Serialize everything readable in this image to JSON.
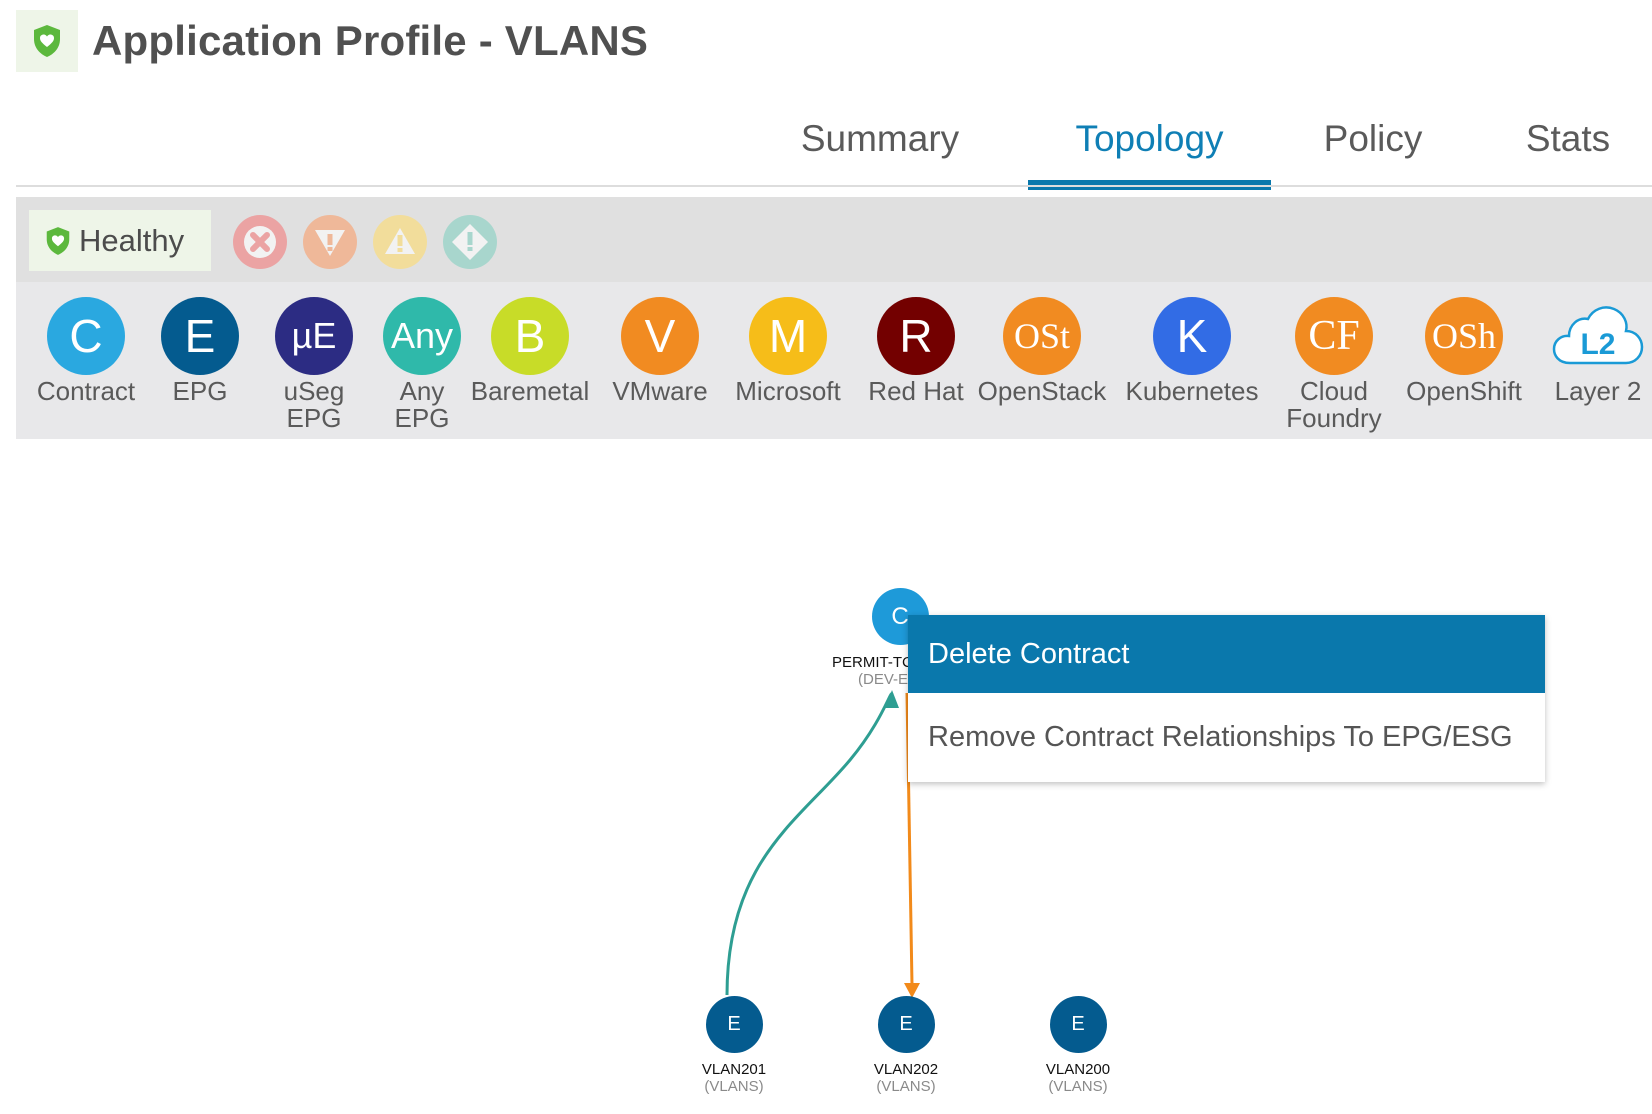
{
  "header": {
    "title": "Application Profile - VLANS",
    "icon": "health-shield-icon"
  },
  "tabs": [
    {
      "label": "Summary",
      "active": false
    },
    {
      "label": "Topology",
      "active": true
    },
    {
      "label": "Policy",
      "active": false
    },
    {
      "label": "Stats",
      "active": false
    }
  ],
  "health": {
    "label": "Healthy",
    "filters": [
      {
        "name": "critical",
        "icon": "critical-x-icon",
        "color": "#eba3a3"
      },
      {
        "name": "major",
        "icon": "major-triangle-icon",
        "color": "#efb899"
      },
      {
        "name": "minor",
        "icon": "minor-warning-icon",
        "color": "#f2dd9b"
      },
      {
        "name": "warning",
        "icon": "warning-diamond-icon",
        "color": "#a8d6cd"
      }
    ]
  },
  "legend": [
    {
      "glyph": "C",
      "label": "Contract",
      "label2": "",
      "color": "#2aa8e0"
    },
    {
      "glyph": "E",
      "label": "EPG",
      "label2": "",
      "color": "#045b8f"
    },
    {
      "glyph": "µE",
      "label": "uSeg",
      "label2": "EPG",
      "color": "#2c2c83"
    },
    {
      "glyph": "Any",
      "label": "Any",
      "label2": "EPG",
      "color": "#2fb9aa"
    },
    {
      "glyph": "B",
      "label": "Baremetal",
      "label2": "",
      "color": "#c8dc28"
    },
    {
      "glyph": "V",
      "label": "VMware",
      "label2": "",
      "color": "#f18b21"
    },
    {
      "glyph": "M",
      "label": "Microsoft",
      "label2": "",
      "color": "#f6bd19"
    },
    {
      "glyph": "R",
      "label": "Red Hat",
      "label2": "",
      "color": "#730000"
    },
    {
      "glyph": "OSt",
      "label": "OpenStack",
      "label2": "",
      "color": "#f18b21"
    },
    {
      "glyph": "K",
      "label": "Kubernetes",
      "label2": "",
      "color": "#326ce5"
    },
    {
      "glyph": "CF",
      "label": "Cloud",
      "label2": "Foundry",
      "color": "#f18b21"
    },
    {
      "glyph": "OSh",
      "label": "OpenShift",
      "label2": "",
      "color": "#f18b21"
    },
    {
      "glyph": "L2",
      "label": "Layer 2",
      "label2": "",
      "color": "#1a9ad6"
    }
  ],
  "topology": {
    "contract": {
      "glyph": "C",
      "name": "PERMIT-TC",
      "sub": "(DEV-E",
      "color": "#1e9ad9"
    },
    "epgs": [
      {
        "glyph": "E",
        "name": "VLAN201",
        "sub": "(VLANS)",
        "color": "#045b8f"
      },
      {
        "glyph": "E",
        "name": "VLAN202",
        "sub": "(VLANS)",
        "color": "#045b8f"
      },
      {
        "glyph": "E",
        "name": "VLAN200",
        "sub": "(VLANS)",
        "color": "#045b8f"
      }
    ],
    "links": [
      {
        "from": "VLAN201",
        "to": "PERMIT-TC",
        "color": "#2e9e92"
      },
      {
        "from": "PERMIT-TC",
        "to": "VLAN202",
        "color": "#f28a1a"
      }
    ]
  },
  "context_menu": {
    "items": [
      {
        "label": "Delete Contract",
        "highlighted": true
      },
      {
        "label": "Remove Contract Relationships To EPG/ESG",
        "highlighted": false
      }
    ]
  }
}
